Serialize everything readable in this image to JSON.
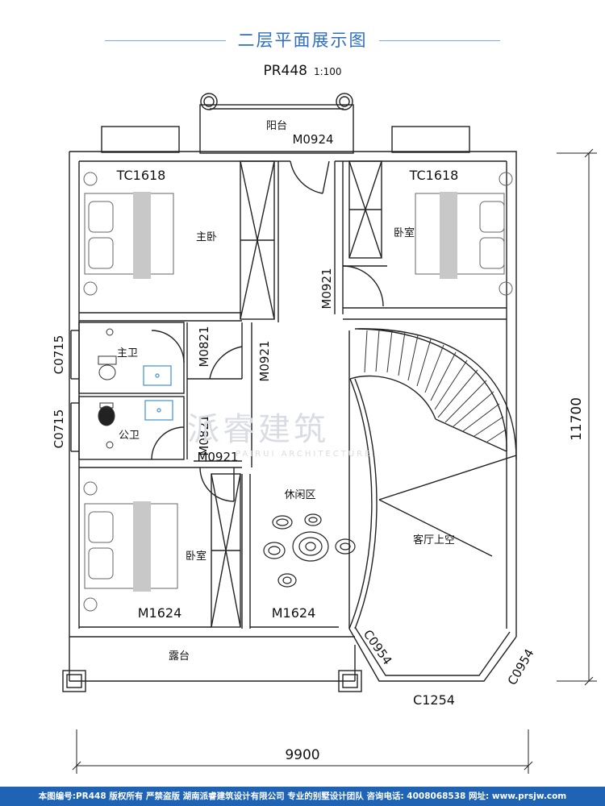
{
  "header": {
    "title": "二层平面展示图",
    "code": "PR448",
    "scale": "1:100"
  },
  "rooms": {
    "balcony": "阳台",
    "master_bedroom": "主卧",
    "bedroom_ne": "卧室",
    "master_bath": "主卫",
    "public_bath": "公卫",
    "lounge": "休闲区",
    "bedroom_sw": "卧室",
    "living_void": "客厅上空",
    "terrace": "露台"
  },
  "codes": {
    "door_balcony": "M0924",
    "window_master": "TC1618",
    "window_bedroom_ne": "TC1618",
    "door_bedroom_ne": "M0921",
    "door_master_bath": "M0821",
    "door_lounge": "M0921",
    "door_public_bath": "M0821",
    "door_bedroom_sw": "M0921",
    "window_bath1": "C0715",
    "window_bath2": "C0715",
    "door_terrace_left": "M1624",
    "door_terrace_right": "M1624",
    "window_bay_left": "C0954",
    "window_bay_right": "C0954",
    "window_bay_front": "C1254"
  },
  "dimensions": {
    "width": "9900",
    "height": "11700"
  },
  "watermark": {
    "text": "派睿建筑",
    "english": "PAIRUI ARCHITECTURE"
  },
  "footer": {
    "text": "本图编号:PR448 版权所有 严禁盗版 湖南派睿建筑设计有限公司 专业的别墅设计团队 咨询电话: 4008068538 网址: www.prsjw.com"
  },
  "colors": {
    "title": "#2f6fc0",
    "footer_bg": "#1e63b4",
    "fixture": "#5aa0d8"
  }
}
